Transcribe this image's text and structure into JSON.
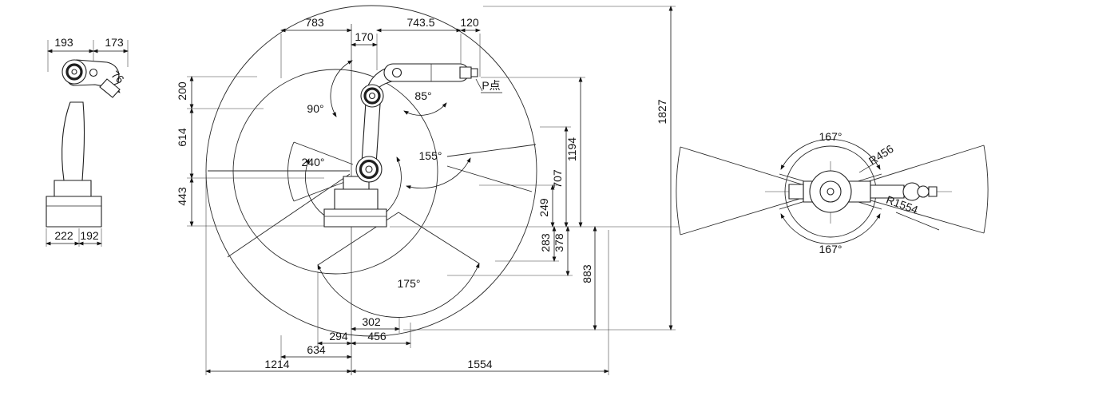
{
  "views": {
    "side": {
      "dim_193": "193",
      "dim_173": "173",
      "dim_76": "76",
      "dim_222": "222",
      "dim_192": "192"
    },
    "front": {
      "dim_783": "783",
      "dim_170": "170",
      "dim_743_5": "743.5",
      "dim_120": "120",
      "dim_200": "200",
      "dim_614": "614",
      "dim_443": "443",
      "angle_90": "90°",
      "angle_85": "85°",
      "p_point": "P点",
      "angle_240": "240°",
      "angle_155": "155°",
      "angle_175": "175°",
      "dim_1827": "1827",
      "dim_1194": "1194",
      "dim_707": "707",
      "dim_249": "249",
      "dim_283": "283",
      "dim_378": "378",
      "dim_883": "883",
      "dim_302": "302",
      "dim_294": "294",
      "dim_456": "456",
      "dim_634": "634",
      "dim_1214": "1214",
      "dim_1554": "1554"
    },
    "top": {
      "angle_167_top": "167°",
      "r456": "R456",
      "r1554": "R1554",
      "angle_167_bottom": "167°"
    }
  },
  "colors": {
    "line": "#141414",
    "background": "#ffffff"
  }
}
